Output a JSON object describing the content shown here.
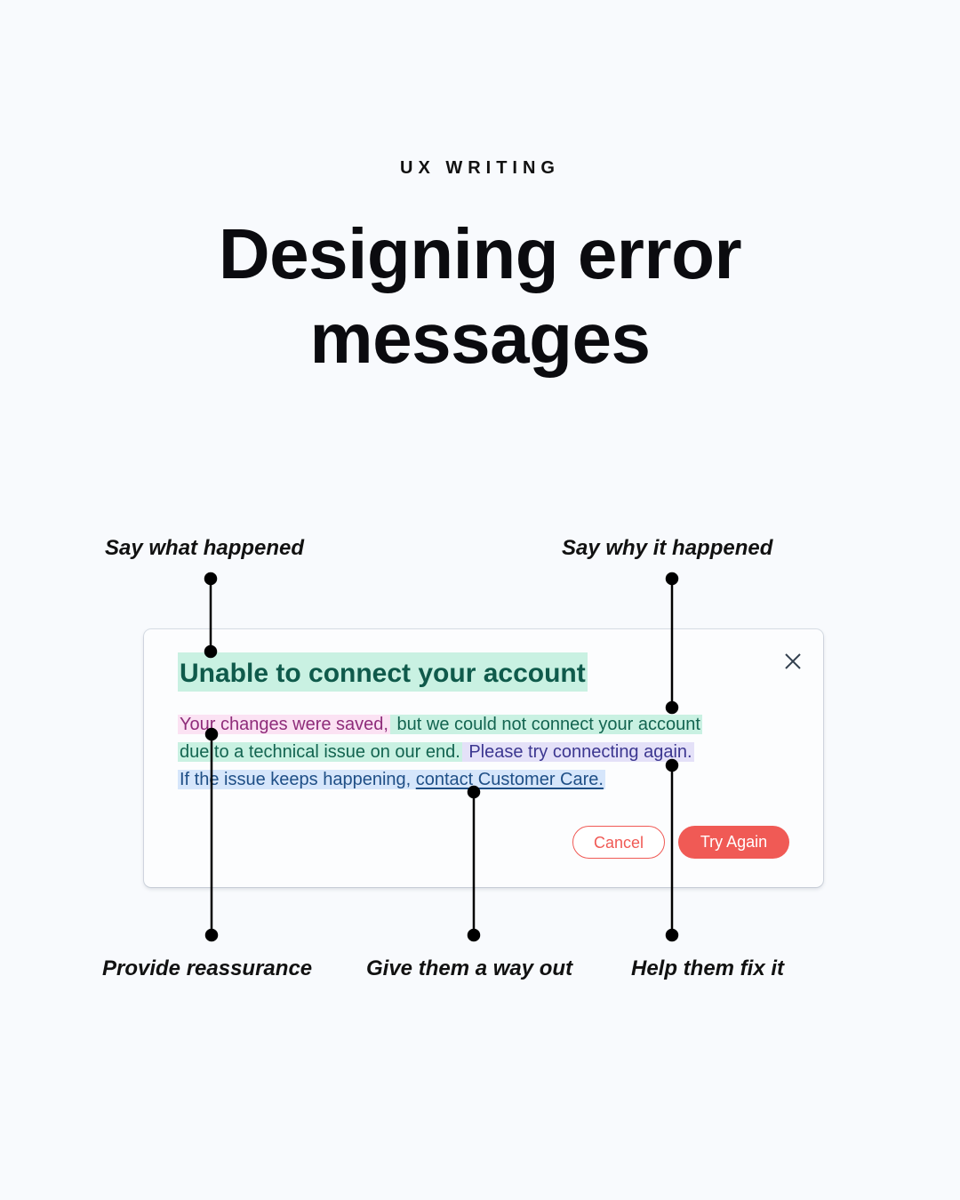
{
  "header": {
    "eyebrow": "UX WRITING",
    "title_line1": "Designing error",
    "title_line2": "messages"
  },
  "annotations": {
    "what": "Say what happened",
    "why": "Say why it happened",
    "reassurance": "Provide reassurance",
    "way_out": "Give them a way out",
    "fix": "Help them fix it"
  },
  "dialog": {
    "title": "Unable to connect your account",
    "close_icon": "close-icon",
    "line1_reassure": "Your changes were saved,",
    "line1_why": " but we could not connect your account",
    "line2_why": "due to a technical issue on our end.",
    "line2_fix": " Please try connecting again.",
    "line3_prefix": "If the issue keeps happening, ",
    "line3_link": "contact Customer Care.",
    "cancel_label": "Cancel",
    "try_again_label": "Try Again"
  },
  "colors": {
    "background": "#f8fafd",
    "accent": "#f05a55",
    "highlight_green": "#c9f1e2",
    "highlight_pink": "#fbe2f3",
    "highlight_lavender": "#e4e1f8",
    "highlight_blue": "#d6e6fb"
  }
}
